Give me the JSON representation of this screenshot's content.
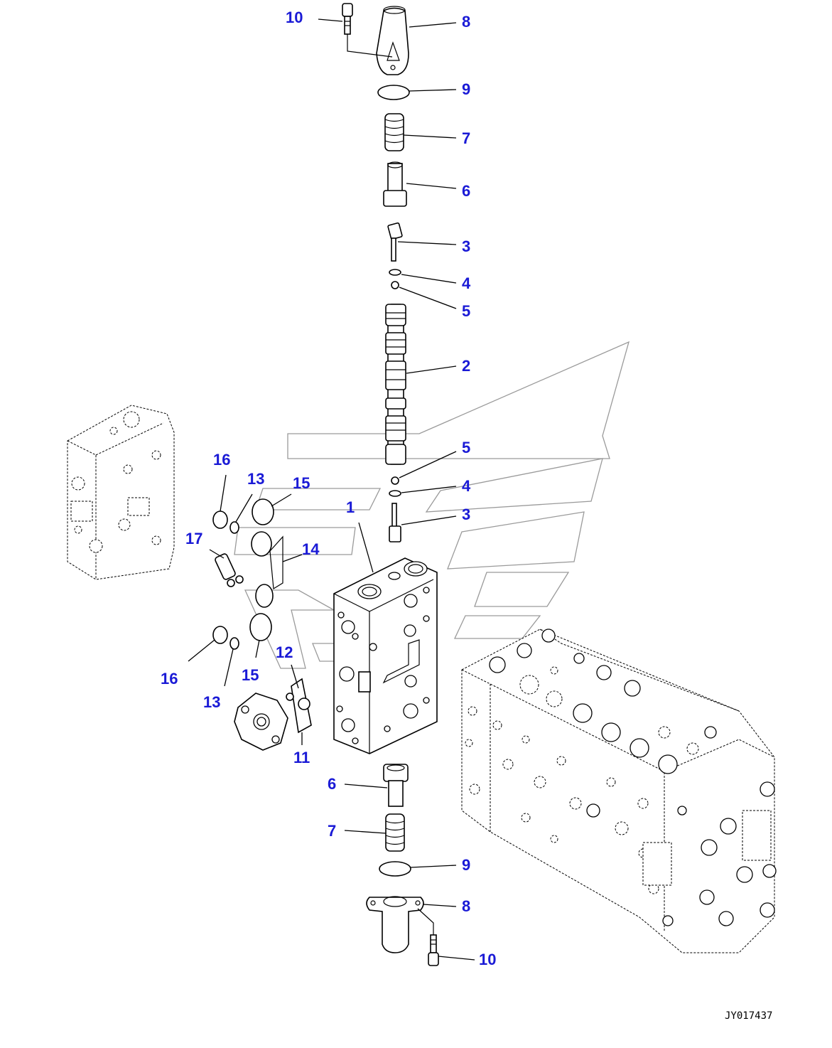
{
  "callouts": {
    "c10_top": "10",
    "c8_top": "8",
    "c9_top": "9",
    "c7_top": "7",
    "c6_top": "6",
    "c3_top": "3",
    "c4_top": "4",
    "c5_top": "5",
    "c2": "2",
    "c5_mid": "5",
    "c4_mid": "4",
    "c3_mid": "3",
    "c1": "1",
    "c16_top": "16",
    "c13_top": "13",
    "c15_top": "15",
    "c17": "17",
    "c14": "14",
    "c12": "12",
    "c16_bottom": "16",
    "c13_bottom": "13",
    "c15_bottom": "15",
    "c11": "11",
    "c6_bottom": "6",
    "c7_bottom": "7",
    "c9_bottom": "9",
    "c8_bottom": "8",
    "c10_bottom": "10"
  },
  "drawing_id": "JY017437",
  "colors": {
    "callout": "#1a1ad6",
    "line": "#000000",
    "watermark": "#9a9a9a"
  }
}
